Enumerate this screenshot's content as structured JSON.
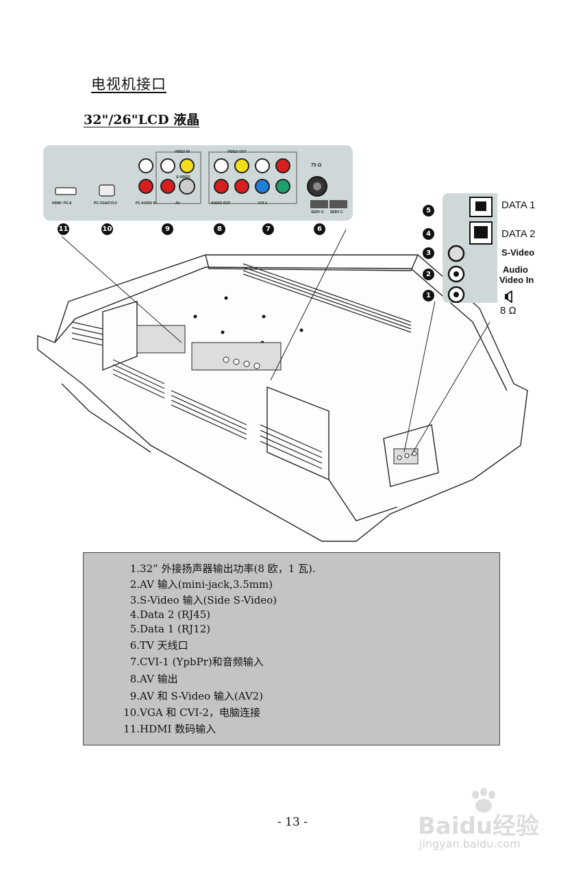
{
  "heading": "电视机接口",
  "subheading": "32\"/26\"LCD 液晶",
  "rear_panel": {
    "port_labels": [
      "HDMI / PC-8",
      "PC-VGA/CVI-2",
      "PC AUDIO IN",
      "AV",
      "AUDIO OUT",
      "CVI-1",
      "SERV U",
      "SERV C"
    ],
    "small_labels": [
      "VIDEO IN",
      "S-VIDEO",
      "VIDEO OUT",
      "75 Ω"
    ],
    "callouts": [
      "11",
      "10",
      "9",
      "8",
      "7",
      "6"
    ]
  },
  "side_panel": {
    "callouts": [
      "5",
      "4",
      "3",
      "2",
      "1"
    ],
    "labels": {
      "data1": "DATA 1",
      "data2": "DATA 2",
      "svideo": "S-Video",
      "audio": "Audio",
      "video_in": "Video In",
      "ohm": "8 Ω"
    }
  },
  "list": [
    {
      "num": "1.",
      "text": "32” 外接扬声器输出功率(8 欧，1 瓦)."
    },
    {
      "num": "2.",
      "text": "AV 输入(mini-jack,3.5mm)"
    },
    {
      "num": "3.",
      "text": "S-Video 输入(Side S-Video)"
    },
    {
      "num": "4.",
      "text": "Data 2 (RJ45)"
    },
    {
      "num": "5.",
      "text": "Data 1 (RJ12)"
    },
    {
      "num": "6.",
      "text": "TV 天线口"
    },
    {
      "num": "7.",
      "text": "CVI-1 (YpbPr)和音频输入"
    },
    {
      "num": "8.",
      "text": "AV 输出"
    },
    {
      "num": "9.",
      "text": "AV 和 S-Video 输入(AV2)"
    },
    {
      "num": "10.",
      "text": "VGA 和 CVI-2，电脑连接"
    },
    {
      "num": "11.",
      "text": "HDMI 数码输入"
    }
  ],
  "page_number": "- 13 -",
  "watermark": {
    "logo": "Baidu经验",
    "url": "jingyan.baidu.com"
  }
}
